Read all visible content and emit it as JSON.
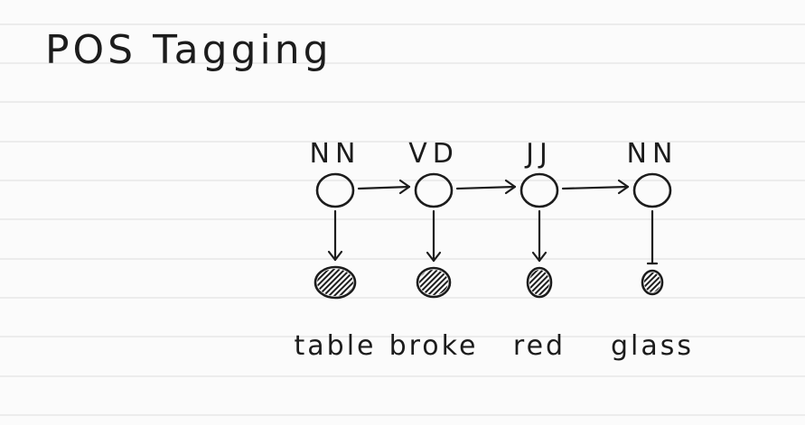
{
  "title": "POS Tagging",
  "hidden_states": [
    {
      "tag": "NN"
    },
    {
      "tag": "VD"
    },
    {
      "tag": "JJ"
    },
    {
      "tag": "NN"
    }
  ],
  "observations": [
    {
      "word": "table"
    },
    {
      "word": "broke"
    },
    {
      "word": "red"
    },
    {
      "word": "glass"
    }
  ],
  "colors": {
    "ink": "#1c1c1c",
    "paper": "#fbfbfb",
    "rule_line": "#e3e3e3"
  }
}
